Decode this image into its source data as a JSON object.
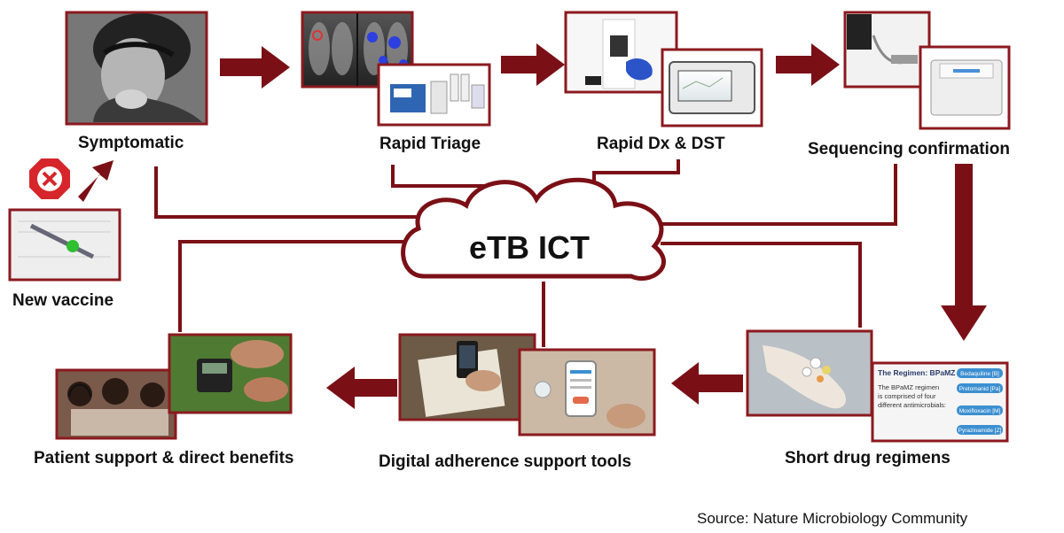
{
  "colors": {
    "accent": "#7a1016",
    "frame": "#8b1a1f"
  },
  "center": {
    "label": "eTB ICT"
  },
  "steps": {
    "symptomatic": "Symptomatic",
    "rapid_triage": "Rapid Triage",
    "rapid_dx": "Rapid Dx & DST",
    "sequencing": "Sequencing confirmation",
    "short_regimens": "Short drug regimens",
    "digital_adherence": "Digital adherence support tools",
    "patient_support": "Patient support & direct benefits",
    "new_vaccine": "New vaccine"
  },
  "regimen_card": {
    "title": "The Regimen: BPaMZ",
    "text_lines": [
      "The BPaMZ regimen",
      "is comprised of four",
      "different antimicrobials:"
    ],
    "drugs": [
      "Bedaquiline [B]",
      "Pretomanid [Pa]",
      "Moxifloxacin [M]",
      "Pyrazinamide [Z]"
    ]
  },
  "source": "Source: Nature Microbiology Community"
}
